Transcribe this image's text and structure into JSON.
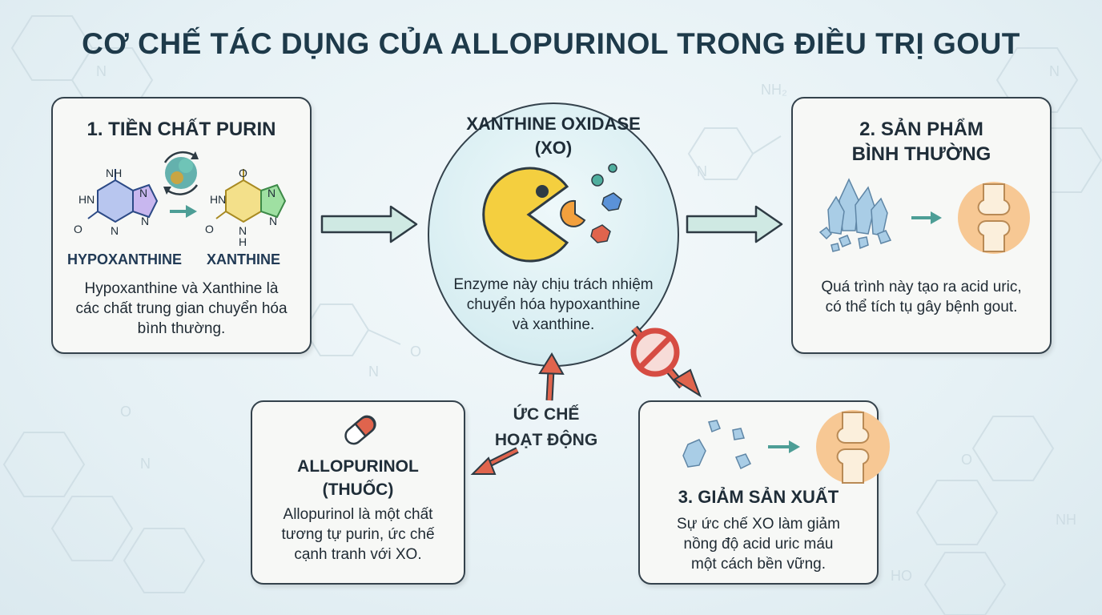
{
  "title": "CƠ CHẾ TÁC DỤNG CỦA ALLOPURINOL TRONG ĐIỀU TRỊ GOUT",
  "panel1": {
    "title": "1. TIỀN CHẤT PURIN",
    "mol_left_label": "HYPOXANTHINE",
    "mol_right_label": "XANTHINE",
    "desc": [
      "Hypoxanthine và Xanthine là",
      "các chất trung gian chuyển hóa",
      "bình thường."
    ]
  },
  "center": {
    "title": [
      "XANTHINE OXIDASE",
      "(XO)"
    ],
    "desc": [
      "Enzyme này chịu trách nhiệm",
      "chuyển hóa hypoxanthine",
      "và xanthine."
    ]
  },
  "panel2": {
    "title": [
      "2. SẢN PHẨM",
      "BÌNH THƯỜNG"
    ],
    "desc": [
      "Quá trình này tạo ra acid uric,",
      "có thể tích tụ gây bệnh gout."
    ]
  },
  "panel_drug": {
    "title": [
      "ALLOPURINOL",
      "(THUỐC)"
    ],
    "desc": [
      "Allopurinol là một chất",
      "tương tự purin, ức chế",
      "cạnh tranh với XO."
    ]
  },
  "panel3": {
    "title": "3. GIẢM SẢN XUẤT",
    "desc": [
      "Sự ức chế XO làm giảm",
      "nồng độ acid uric máu",
      "một cách bền vững."
    ]
  },
  "inhibit_label": [
    "ỨC CHẾ",
    "HOẠT ĐỘNG"
  ],
  "atoms": {
    "nh2": "NH",
    "hn": "HN",
    "n": "N",
    "o": "O",
    "h": "H"
  },
  "colors": {
    "title": "#1e3a4a",
    "panel_border": "#34424c",
    "arrow_teal": "#4d9e96",
    "arrow_teal_fill": "#cfe9e3",
    "inhibit_red": "#d64c43",
    "pacman": "#f4cf3f",
    "enzyme_circle": "#d8eef2",
    "joint_bg": "#f7c894",
    "crystal": "#a9cde6"
  },
  "icons": [
    "recycle-icon",
    "pill-icon",
    "pacman-enzyme-icon",
    "prohibited-icon",
    "crystal-icon",
    "knee-joint-icon"
  ]
}
